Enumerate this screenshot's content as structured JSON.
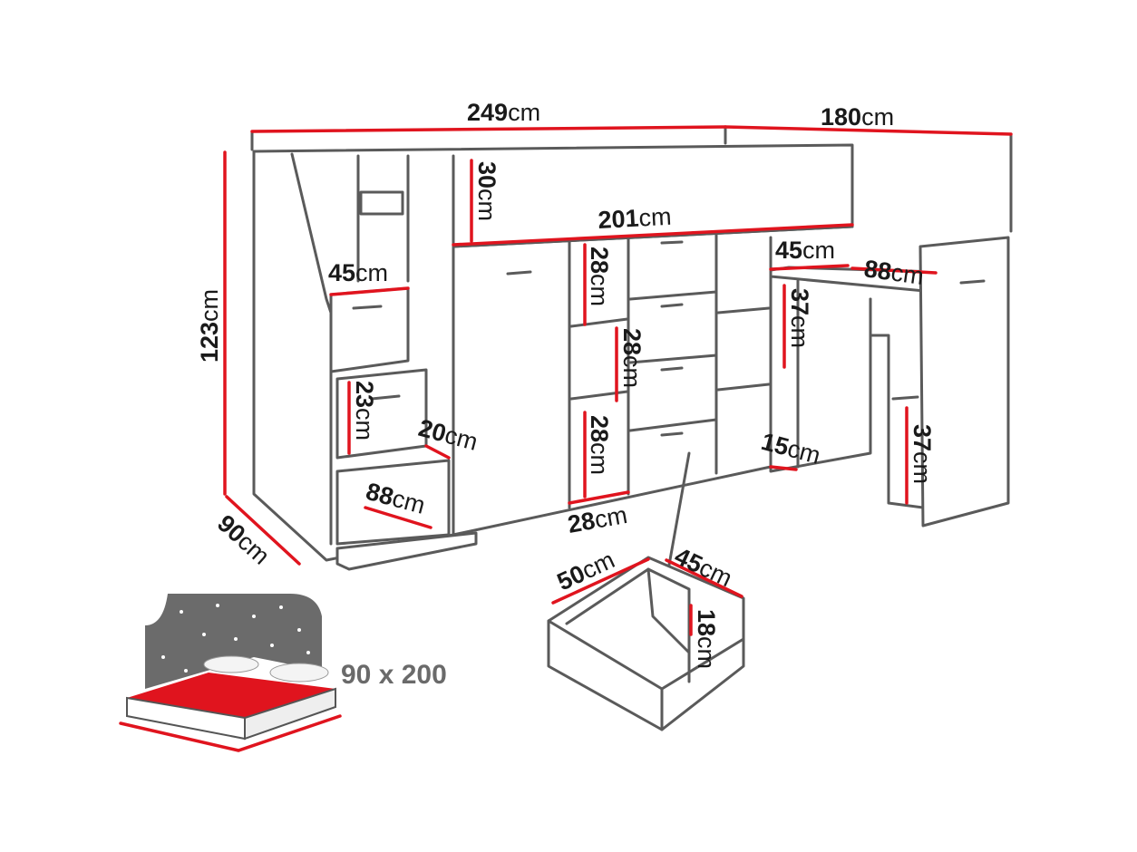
{
  "dimensions": {
    "total_width": {
      "num": "249",
      "unit": "cm"
    },
    "desk_extension": {
      "num": "180",
      "unit": "cm"
    },
    "top_box_height": {
      "num": "30",
      "unit": "cm"
    },
    "bed_length": {
      "num": "201",
      "unit": "cm"
    },
    "desk_depth": {
      "num": "45",
      "unit": "cm"
    },
    "desk_width": {
      "num": "88",
      "unit": "cm"
    },
    "total_height": {
      "num": "123",
      "unit": "cm"
    },
    "stair_depth": {
      "num": "45",
      "unit": "cm"
    },
    "shelf_top": {
      "num": "28",
      "unit": "cm"
    },
    "shelf_mid": {
      "num": "28",
      "unit": "cm"
    },
    "shelf_bottom": {
      "num": "28",
      "unit": "cm"
    },
    "desk_shelf_height": {
      "num": "37",
      "unit": "cm"
    },
    "stair_step_height": {
      "num": "23",
      "unit": "cm"
    },
    "stair_offset": {
      "num": "20",
      "unit": "cm"
    },
    "desk_shelf_depth": {
      "num": "15",
      "unit": "cm"
    },
    "right_shelf_height": {
      "num": "37",
      "unit": "cm"
    },
    "stair_width": {
      "num": "88",
      "unit": "cm"
    },
    "total_depth": {
      "num": "90",
      "unit": "cm"
    },
    "shelf_width": {
      "num": "28",
      "unit": "cm"
    },
    "drawer_width": {
      "num": "50",
      "unit": "cm"
    },
    "drawer_depth": {
      "num": "45",
      "unit": "cm"
    },
    "drawer_height": {
      "num": "18",
      "unit": "cm"
    }
  },
  "mattress_size": "90 x 200",
  "colors": {
    "outline": "#5a5a5a",
    "dimension": "#e0141e"
  }
}
